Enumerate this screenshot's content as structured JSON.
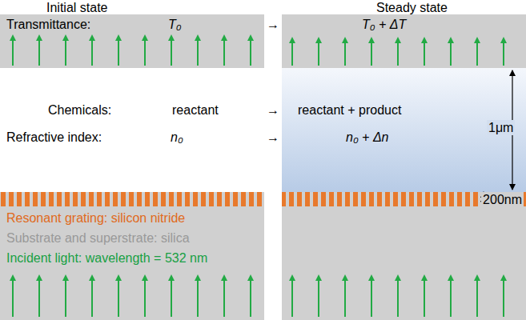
{
  "diagram": {
    "labels": [
      "Initial state",
      "Steady state",
      "Transmittance:",
      "T₀",
      "→",
      "T₀ + ΔT",
      "Chemicals:",
      "reactant",
      "→",
      "reactant + product",
      "Refractive index:",
      "n₀",
      "→",
      "n₀ + Δn",
      "1μm",
      "200nm",
      "Resonant grating: silicon nitride",
      "Substrate and superstrate: silica",
      "Incident light: wavelength = 532 nm"
    ]
  }
}
